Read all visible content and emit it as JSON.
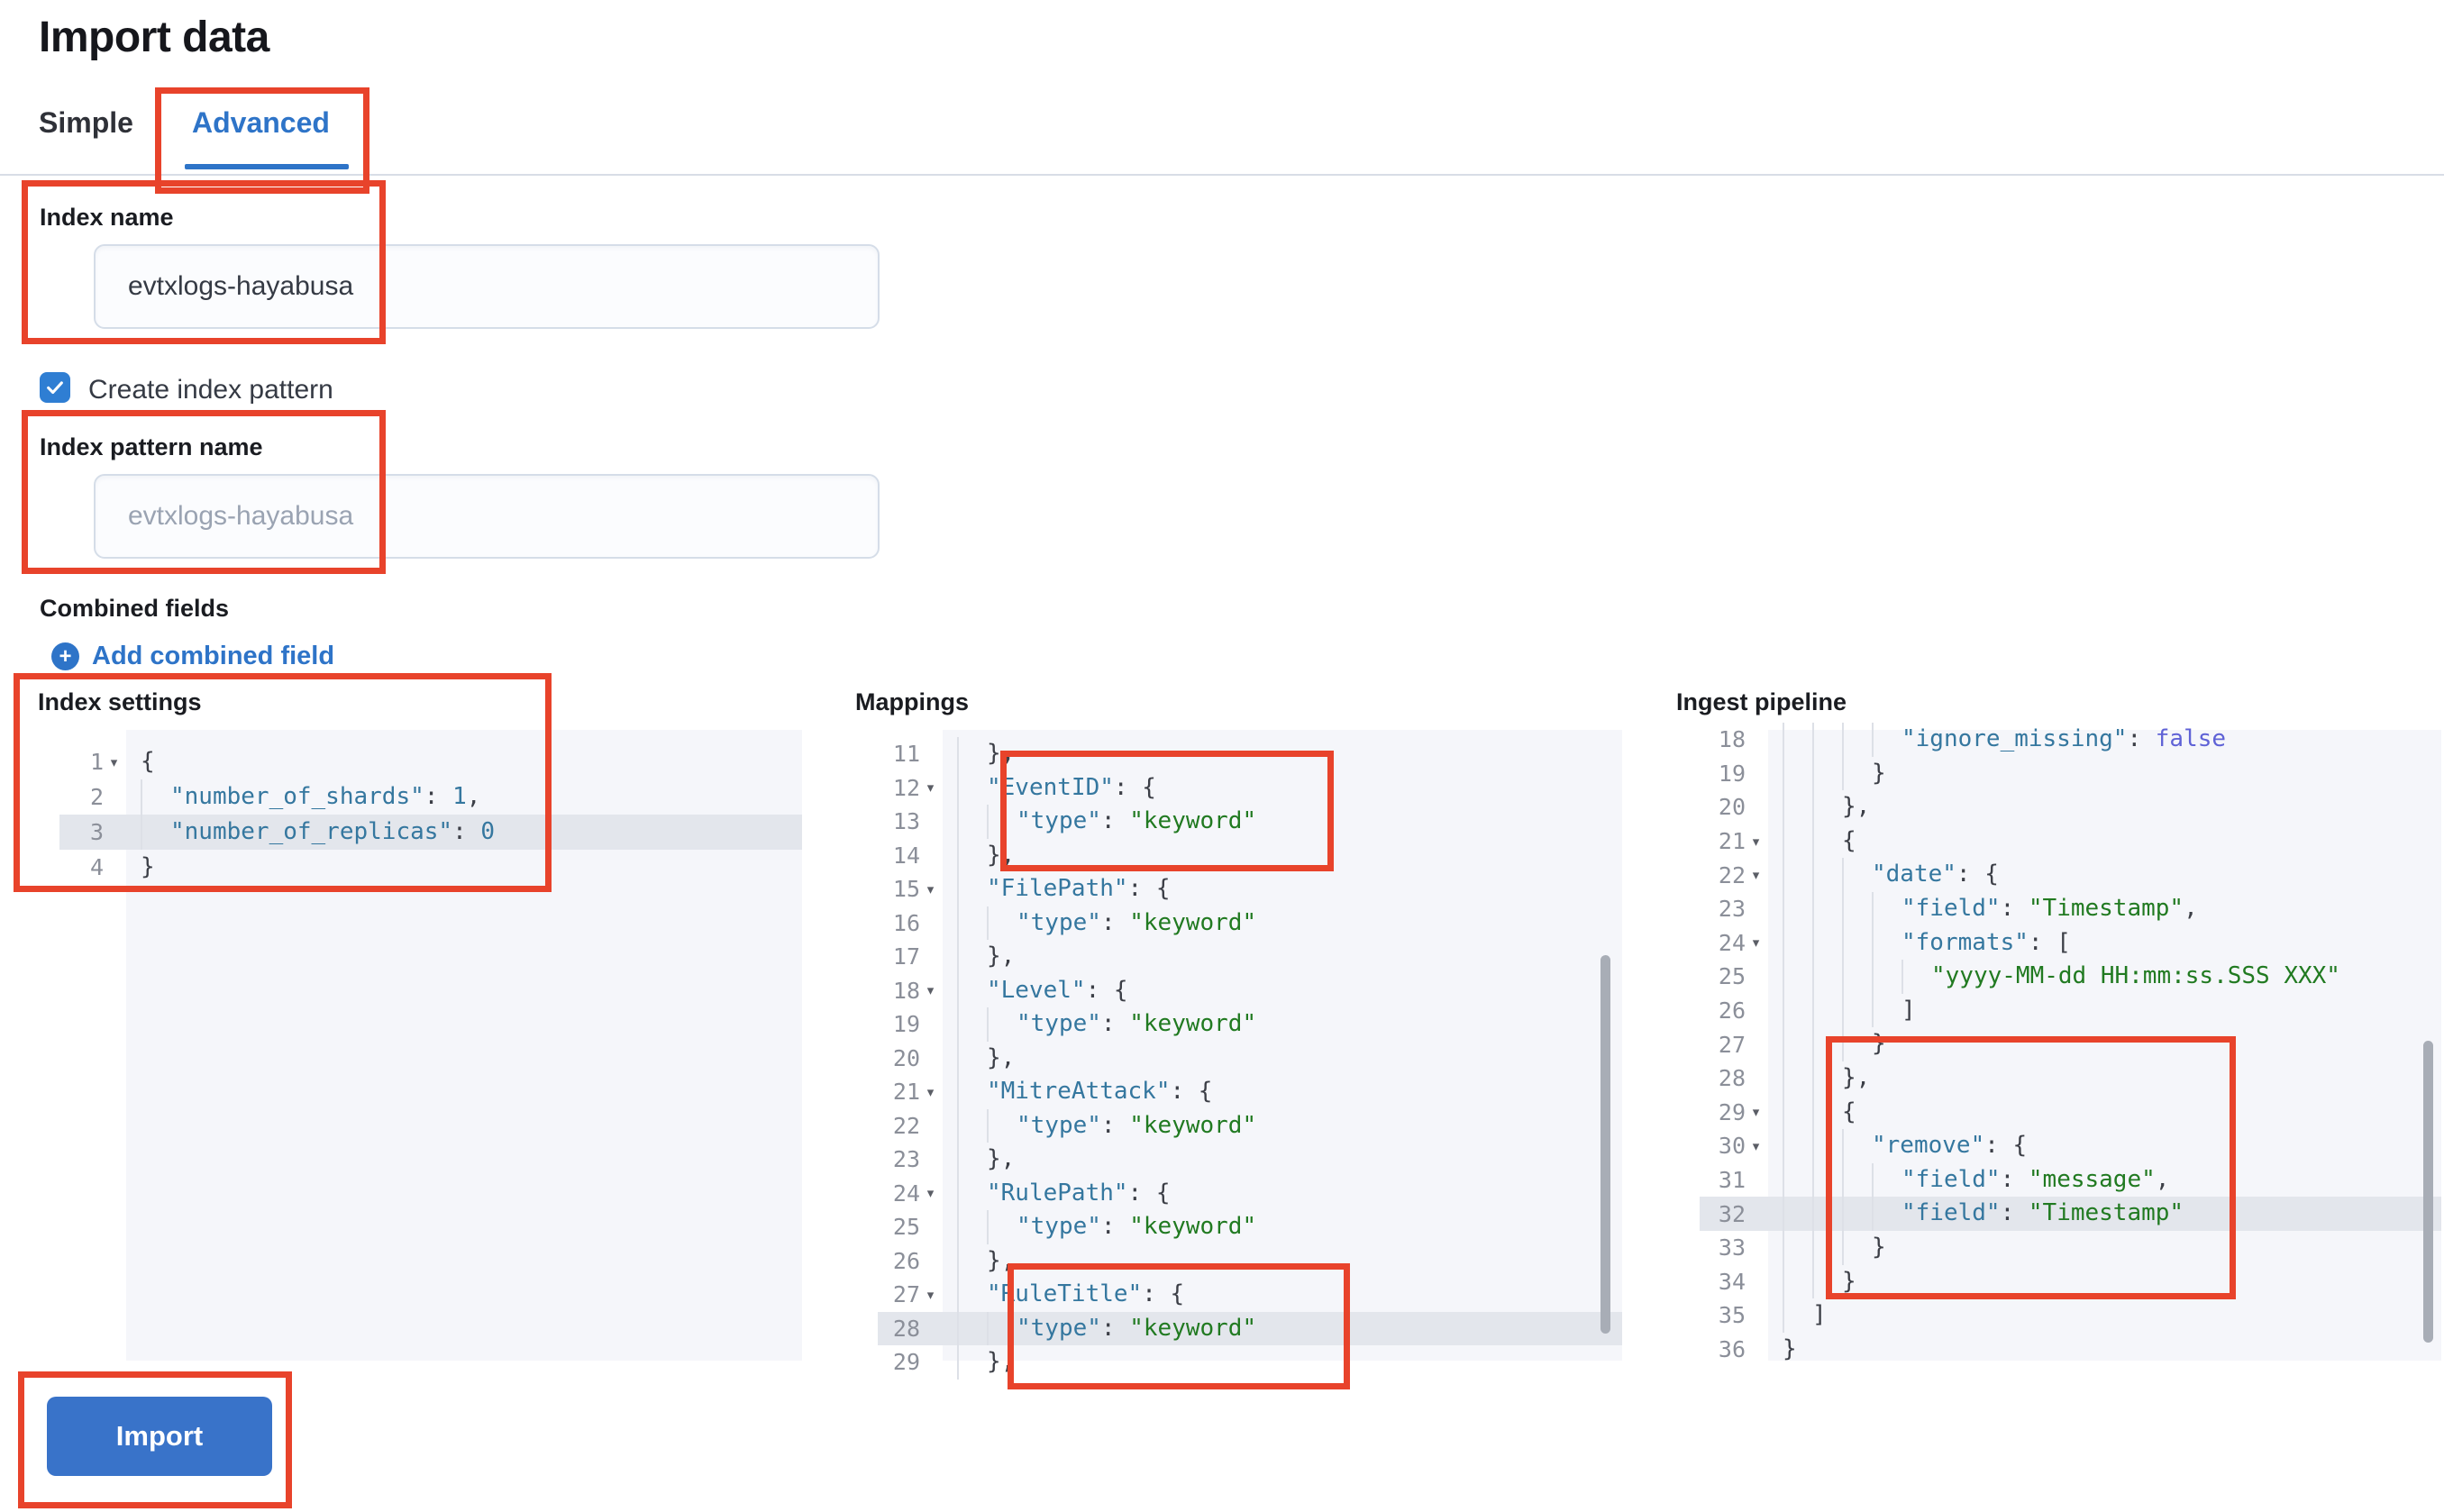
{
  "page": {
    "title": "Import data"
  },
  "tabs": [
    {
      "label": "Simple",
      "active": false
    },
    {
      "label": "Advanced",
      "active": true
    }
  ],
  "form": {
    "index_name": {
      "label": "Index name",
      "value": "evtxlogs-hayabusa"
    },
    "create_index_pattern": {
      "label": "Create index pattern",
      "checked": true
    },
    "index_pattern_name": {
      "label": "Index pattern name",
      "placeholder": "evtxlogs-hayabusa"
    },
    "combined_fields": {
      "label": "Combined fields"
    },
    "add_combined_field": {
      "label": "Add combined field",
      "icon": "plus-circle-icon"
    },
    "import_button": {
      "label": "Import"
    }
  },
  "colors": {
    "annotation_red": "#e8432b",
    "primary_blue": "#2e74c8",
    "checkbox_blue": "#2f7ed3",
    "button_blue": "#3973c9",
    "code_key": "#35779f",
    "code_string": "#217a21",
    "code_number": "#35779f",
    "code_boolean": "#5f62d6",
    "highlight_row": "#e3e6ec"
  },
  "editors": [
    {
      "id": "index-settings",
      "label": "Index settings",
      "lines": [
        {
          "n": 1,
          "a": true,
          "d": 0,
          "hl": false,
          "seg": [
            [
              "p",
              "{"
            ]
          ]
        },
        {
          "n": 2,
          "a": false,
          "d": 1,
          "hl": false,
          "seg": [
            [
              "k",
              "\"number_of_shards\""
            ],
            [
              "p",
              ": "
            ],
            [
              "m",
              "1"
            ],
            [
              "p",
              ","
            ]
          ]
        },
        {
          "n": 3,
          "a": false,
          "d": 1,
          "hl": true,
          "seg": [
            [
              "k",
              "\"number_of_replicas\""
            ],
            [
              "p",
              ": "
            ],
            [
              "m",
              "0"
            ]
          ]
        },
        {
          "n": 4,
          "a": false,
          "d": 0,
          "hl": false,
          "seg": [
            [
              "p",
              "}"
            ]
          ]
        }
      ]
    },
    {
      "id": "mappings",
      "label": "Mappings",
      "lines": [
        {
          "n": 11,
          "a": false,
          "d": 1,
          "hl": false,
          "seg": [
            [
              "p",
              "},"
            ]
          ]
        },
        {
          "n": 12,
          "a": true,
          "d": 1,
          "hl": false,
          "seg": [
            [
              "k",
              "\"EventID\""
            ],
            [
              "p",
              ": {"
            ]
          ]
        },
        {
          "n": 13,
          "a": false,
          "d": 2,
          "hl": false,
          "seg": [
            [
              "k",
              "\"type\""
            ],
            [
              "p",
              ": "
            ],
            [
              "s",
              "\"keyword\""
            ]
          ]
        },
        {
          "n": 14,
          "a": false,
          "d": 1,
          "hl": false,
          "seg": [
            [
              "p",
              "},"
            ]
          ]
        },
        {
          "n": 15,
          "a": true,
          "d": 1,
          "hl": false,
          "seg": [
            [
              "k",
              "\"FilePath\""
            ],
            [
              "p",
              ": {"
            ]
          ]
        },
        {
          "n": 16,
          "a": false,
          "d": 2,
          "hl": false,
          "seg": [
            [
              "k",
              "\"type\""
            ],
            [
              "p",
              ": "
            ],
            [
              "s",
              "\"keyword\""
            ]
          ]
        },
        {
          "n": 17,
          "a": false,
          "d": 1,
          "hl": false,
          "seg": [
            [
              "p",
              "},"
            ]
          ]
        },
        {
          "n": 18,
          "a": true,
          "d": 1,
          "hl": false,
          "seg": [
            [
              "k",
              "\"Level\""
            ],
            [
              "p",
              ": {"
            ]
          ]
        },
        {
          "n": 19,
          "a": false,
          "d": 2,
          "hl": false,
          "seg": [
            [
              "k",
              "\"type\""
            ],
            [
              "p",
              ": "
            ],
            [
              "s",
              "\"keyword\""
            ]
          ]
        },
        {
          "n": 20,
          "a": false,
          "d": 1,
          "hl": false,
          "seg": [
            [
              "p",
              "},"
            ]
          ]
        },
        {
          "n": 21,
          "a": true,
          "d": 1,
          "hl": false,
          "seg": [
            [
              "k",
              "\"MitreAttack\""
            ],
            [
              "p",
              ": {"
            ]
          ]
        },
        {
          "n": 22,
          "a": false,
          "d": 2,
          "hl": false,
          "seg": [
            [
              "k",
              "\"type\""
            ],
            [
              "p",
              ": "
            ],
            [
              "s",
              "\"keyword\""
            ]
          ]
        },
        {
          "n": 23,
          "a": false,
          "d": 1,
          "hl": false,
          "seg": [
            [
              "p",
              "},"
            ]
          ]
        },
        {
          "n": 24,
          "a": true,
          "d": 1,
          "hl": false,
          "seg": [
            [
              "k",
              "\"RulePath\""
            ],
            [
              "p",
              ": {"
            ]
          ]
        },
        {
          "n": 25,
          "a": false,
          "d": 2,
          "hl": false,
          "seg": [
            [
              "k",
              "\"type\""
            ],
            [
              "p",
              ": "
            ],
            [
              "s",
              "\"keyword\""
            ]
          ]
        },
        {
          "n": 26,
          "a": false,
          "d": 1,
          "hl": false,
          "seg": [
            [
              "p",
              "},"
            ]
          ]
        },
        {
          "n": 27,
          "a": true,
          "d": 1,
          "hl": false,
          "seg": [
            [
              "k",
              "\"RuleTitle\""
            ],
            [
              "p",
              ": {"
            ]
          ]
        },
        {
          "n": 28,
          "a": false,
          "d": 2,
          "hl": true,
          "seg": [
            [
              "k",
              "\"type\""
            ],
            [
              "p",
              ": "
            ],
            [
              "s",
              "\"keyword\""
            ]
          ]
        },
        {
          "n": 29,
          "a": false,
          "d": 1,
          "hl": false,
          "seg": [
            [
              "p",
              "},"
            ]
          ]
        }
      ]
    },
    {
      "id": "ingest-pipeline",
      "label": "Ingest pipeline",
      "lines": [
        {
          "n": 18,
          "a": false,
          "d": 4,
          "hl": false,
          "seg": [
            [
              "k",
              "\"ignore_missing\""
            ],
            [
              "p",
              ": "
            ],
            [
              "b",
              "false"
            ]
          ]
        },
        {
          "n": 19,
          "a": false,
          "d": 3,
          "hl": false,
          "seg": [
            [
              "p",
              "}"
            ]
          ]
        },
        {
          "n": 20,
          "a": false,
          "d": 2,
          "hl": false,
          "seg": [
            [
              "p",
              "},"
            ]
          ]
        },
        {
          "n": 21,
          "a": true,
          "d": 2,
          "hl": false,
          "seg": [
            [
              "p",
              "{"
            ]
          ]
        },
        {
          "n": 22,
          "a": true,
          "d": 3,
          "hl": false,
          "seg": [
            [
              "k",
              "\"date\""
            ],
            [
              "p",
              ": {"
            ]
          ]
        },
        {
          "n": 23,
          "a": false,
          "d": 4,
          "hl": false,
          "seg": [
            [
              "k",
              "\"field\""
            ],
            [
              "p",
              ": "
            ],
            [
              "s",
              "\"Timestamp\""
            ],
            [
              "p",
              ","
            ]
          ]
        },
        {
          "n": 24,
          "a": true,
          "d": 4,
          "hl": false,
          "seg": [
            [
              "k",
              "\"formats\""
            ],
            [
              "p",
              ": ["
            ]
          ]
        },
        {
          "n": 25,
          "a": false,
          "d": 5,
          "hl": false,
          "seg": [
            [
              "s",
              "\"yyyy-MM-dd HH:mm:ss.SSS XXX\""
            ]
          ]
        },
        {
          "n": 26,
          "a": false,
          "d": 4,
          "hl": false,
          "seg": [
            [
              "p",
              "]"
            ]
          ]
        },
        {
          "n": 27,
          "a": false,
          "d": 3,
          "hl": false,
          "seg": [
            [
              "p",
              "}"
            ]
          ]
        },
        {
          "n": 28,
          "a": false,
          "d": 2,
          "hl": false,
          "seg": [
            [
              "p",
              "},"
            ]
          ]
        },
        {
          "n": 29,
          "a": true,
          "d": 2,
          "hl": false,
          "seg": [
            [
              "p",
              "{"
            ]
          ]
        },
        {
          "n": 30,
          "a": true,
          "d": 3,
          "hl": false,
          "seg": [
            [
              "k",
              "\"remove\""
            ],
            [
              "p",
              ": {"
            ]
          ]
        },
        {
          "n": 31,
          "a": false,
          "d": 4,
          "hl": false,
          "seg": [
            [
              "k",
              "\"field\""
            ],
            [
              "p",
              ": "
            ],
            [
              "s",
              "\"message\""
            ],
            [
              "p",
              ","
            ]
          ]
        },
        {
          "n": 32,
          "a": false,
          "d": 4,
          "hl": true,
          "seg": [
            [
              "k",
              "\"field\""
            ],
            [
              "p",
              ": "
            ],
            [
              "s",
              "\"Timestamp\""
            ]
          ]
        },
        {
          "n": 33,
          "a": false,
          "d": 3,
          "hl": false,
          "seg": [
            [
              "p",
              "}"
            ]
          ]
        },
        {
          "n": 34,
          "a": false,
          "d": 2,
          "hl": false,
          "seg": [
            [
              "p",
              "}"
            ]
          ]
        },
        {
          "n": 35,
          "a": false,
          "d": 1,
          "hl": false,
          "seg": [
            [
              "p",
              "]"
            ]
          ]
        },
        {
          "n": 36,
          "a": false,
          "d": 0,
          "hl": false,
          "seg": [
            [
              "p",
              "}"
            ]
          ]
        }
      ]
    }
  ]
}
